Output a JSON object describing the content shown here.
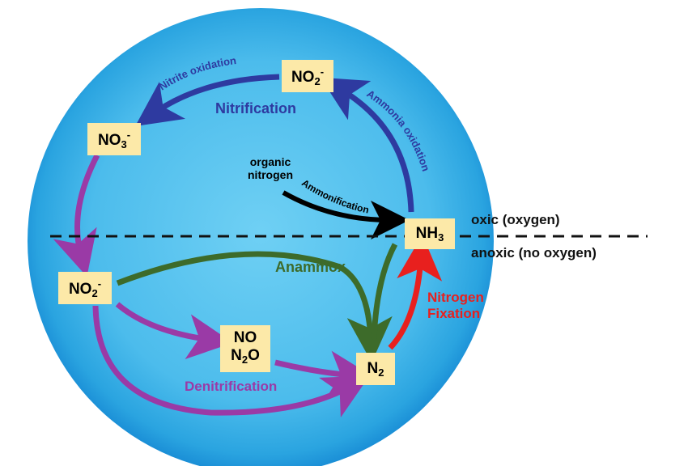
{
  "compounds": {
    "nitrite_top": {
      "base": "NO",
      "sub": "2",
      "sup": "-"
    },
    "nitrate": {
      "base": "NO",
      "sub": "3",
      "sup": "-"
    },
    "nitrite_left": {
      "base": "NO",
      "sub": "2",
      "sup": "-"
    },
    "ammonia": {
      "base": "NH",
      "sub": "3"
    },
    "nitrogen_gas": {
      "base": "N",
      "sub": "2"
    },
    "no_n2o": {
      "line1": "NO",
      "line2_base": "N",
      "line2_sub": "2",
      "line2_tail": "O"
    }
  },
  "labels": {
    "nitrification": "Nitrification",
    "nitrite_oxidation": "Nitrite oxidation",
    "ammonia_oxidation": "Ammonia oxidation",
    "organic_nitrogen_line1": "organic",
    "organic_nitrogen_line2": "nitrogen",
    "ammonification": "Ammonification",
    "anammox": "Anammox",
    "nitrogen_fixation_line1": "Nitrogen",
    "nitrogen_fixation_line2": "Fixation",
    "denitrification": "Denitrification"
  },
  "zones": {
    "oxic": "oxic (oxygen)",
    "anoxic": "anoxic (no oxygen)"
  },
  "colors": {
    "sphere_center": "#5ec8f0",
    "sphere_edge": "#1e8fd8",
    "box_fill": "#fce9a8",
    "nitrification_arrow": "#2e3aa0",
    "denitrification_arrow": "#9a3aa6",
    "anammox_arrow": "#3d6b2a",
    "fixation_arrow": "#e8201e",
    "ammonification_arrow": "#000000"
  }
}
